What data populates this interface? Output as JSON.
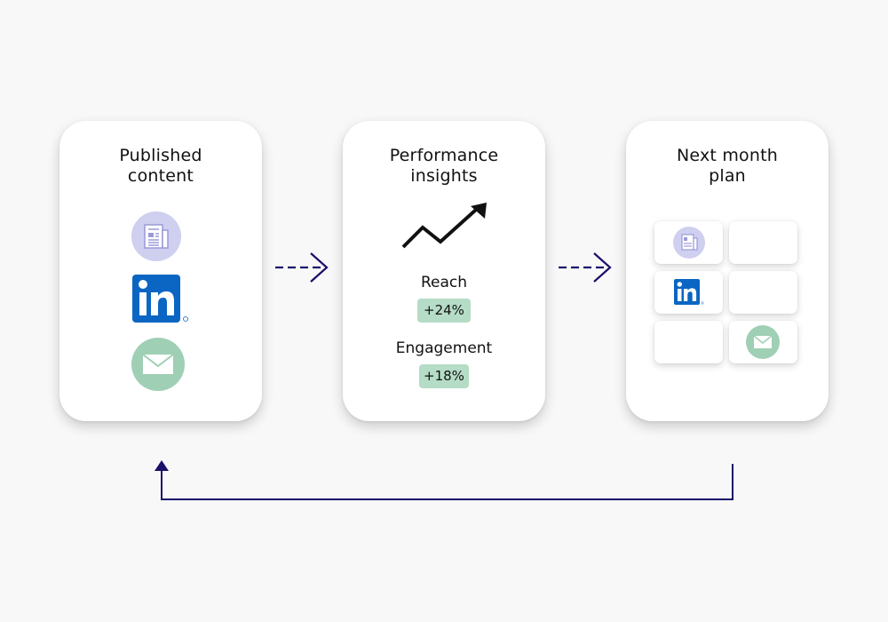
{
  "cards": [
    {
      "title_line1": "Published",
      "title_line2": "content",
      "icons": [
        "document-icon",
        "linkedin-icon",
        "email-icon"
      ]
    },
    {
      "title_line1": "Performance",
      "title_line2": "insights",
      "icons": [
        "trend-up-icon"
      ],
      "metrics": [
        {
          "label": "Reach",
          "value": "+24%"
        },
        {
          "label": "Engagement",
          "value": "+18%"
        }
      ]
    },
    {
      "title_line1": "Next month",
      "title_line2": "plan",
      "icons": [
        "document-icon",
        "linkedin-icon",
        "email-icon"
      ]
    }
  ],
  "colors": {
    "arrow": "#1a0f6b",
    "doc_circle": "#cfcff0",
    "email_circle": "#9fcfb4",
    "linkedin": "#0a66c2",
    "badge": "#b5dcc6"
  }
}
